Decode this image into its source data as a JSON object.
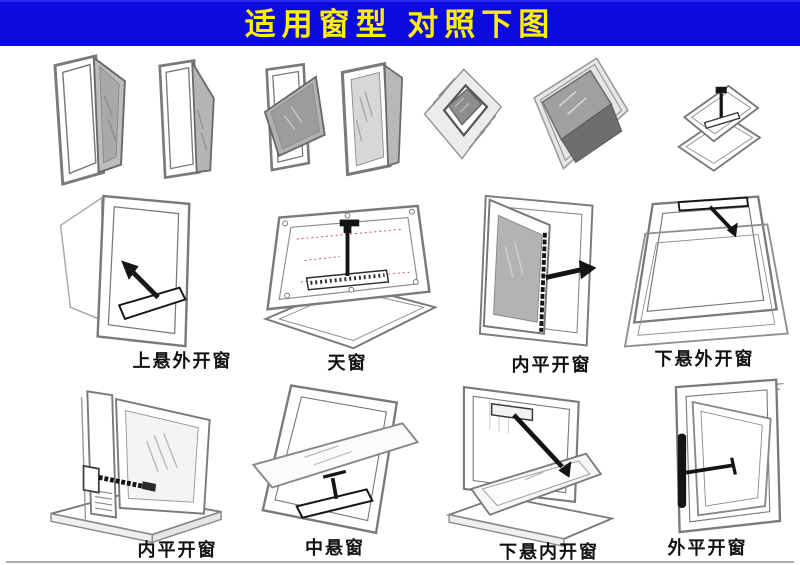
{
  "header": {
    "title": "适用窗型 对照下图"
  },
  "colors": {
    "banner_bg": "#0b0bdf",
    "banner_text": "#fff000",
    "label_text": "#111111"
  },
  "top_row": {
    "items": [
      {
        "name": "top-hung-window-open-wide"
      },
      {
        "name": "top-hung-window-open-narrow"
      },
      {
        "name": "pivot-window-swung"
      },
      {
        "name": "casement-window-open"
      },
      {
        "name": "roof-window-in-tiled-roof"
      },
      {
        "name": "roof-skylight-open"
      },
      {
        "name": "skylight-with-chain-opener"
      }
    ]
  },
  "middle_row": {
    "items": [
      {
        "label": "上悬外开窗",
        "name": "top-hung-outward-window"
      },
      {
        "label": "天窗",
        "name": "skylight-window"
      },
      {
        "label": "内平开窗",
        "name": "inward-casement-window"
      },
      {
        "label": "下悬外开窗",
        "name": "bottom-hung-outward-window"
      }
    ]
  },
  "bottom_row": {
    "items": [
      {
        "label": "内平开窗",
        "name": "inward-casement-window-on-stand"
      },
      {
        "label": "中悬窗",
        "name": "center-pivot-window"
      },
      {
        "label": "下悬内开窗",
        "name": "bottom-hung-inward-window"
      },
      {
        "label": "外平开窗",
        "name": "outward-casement-window"
      }
    ]
  }
}
